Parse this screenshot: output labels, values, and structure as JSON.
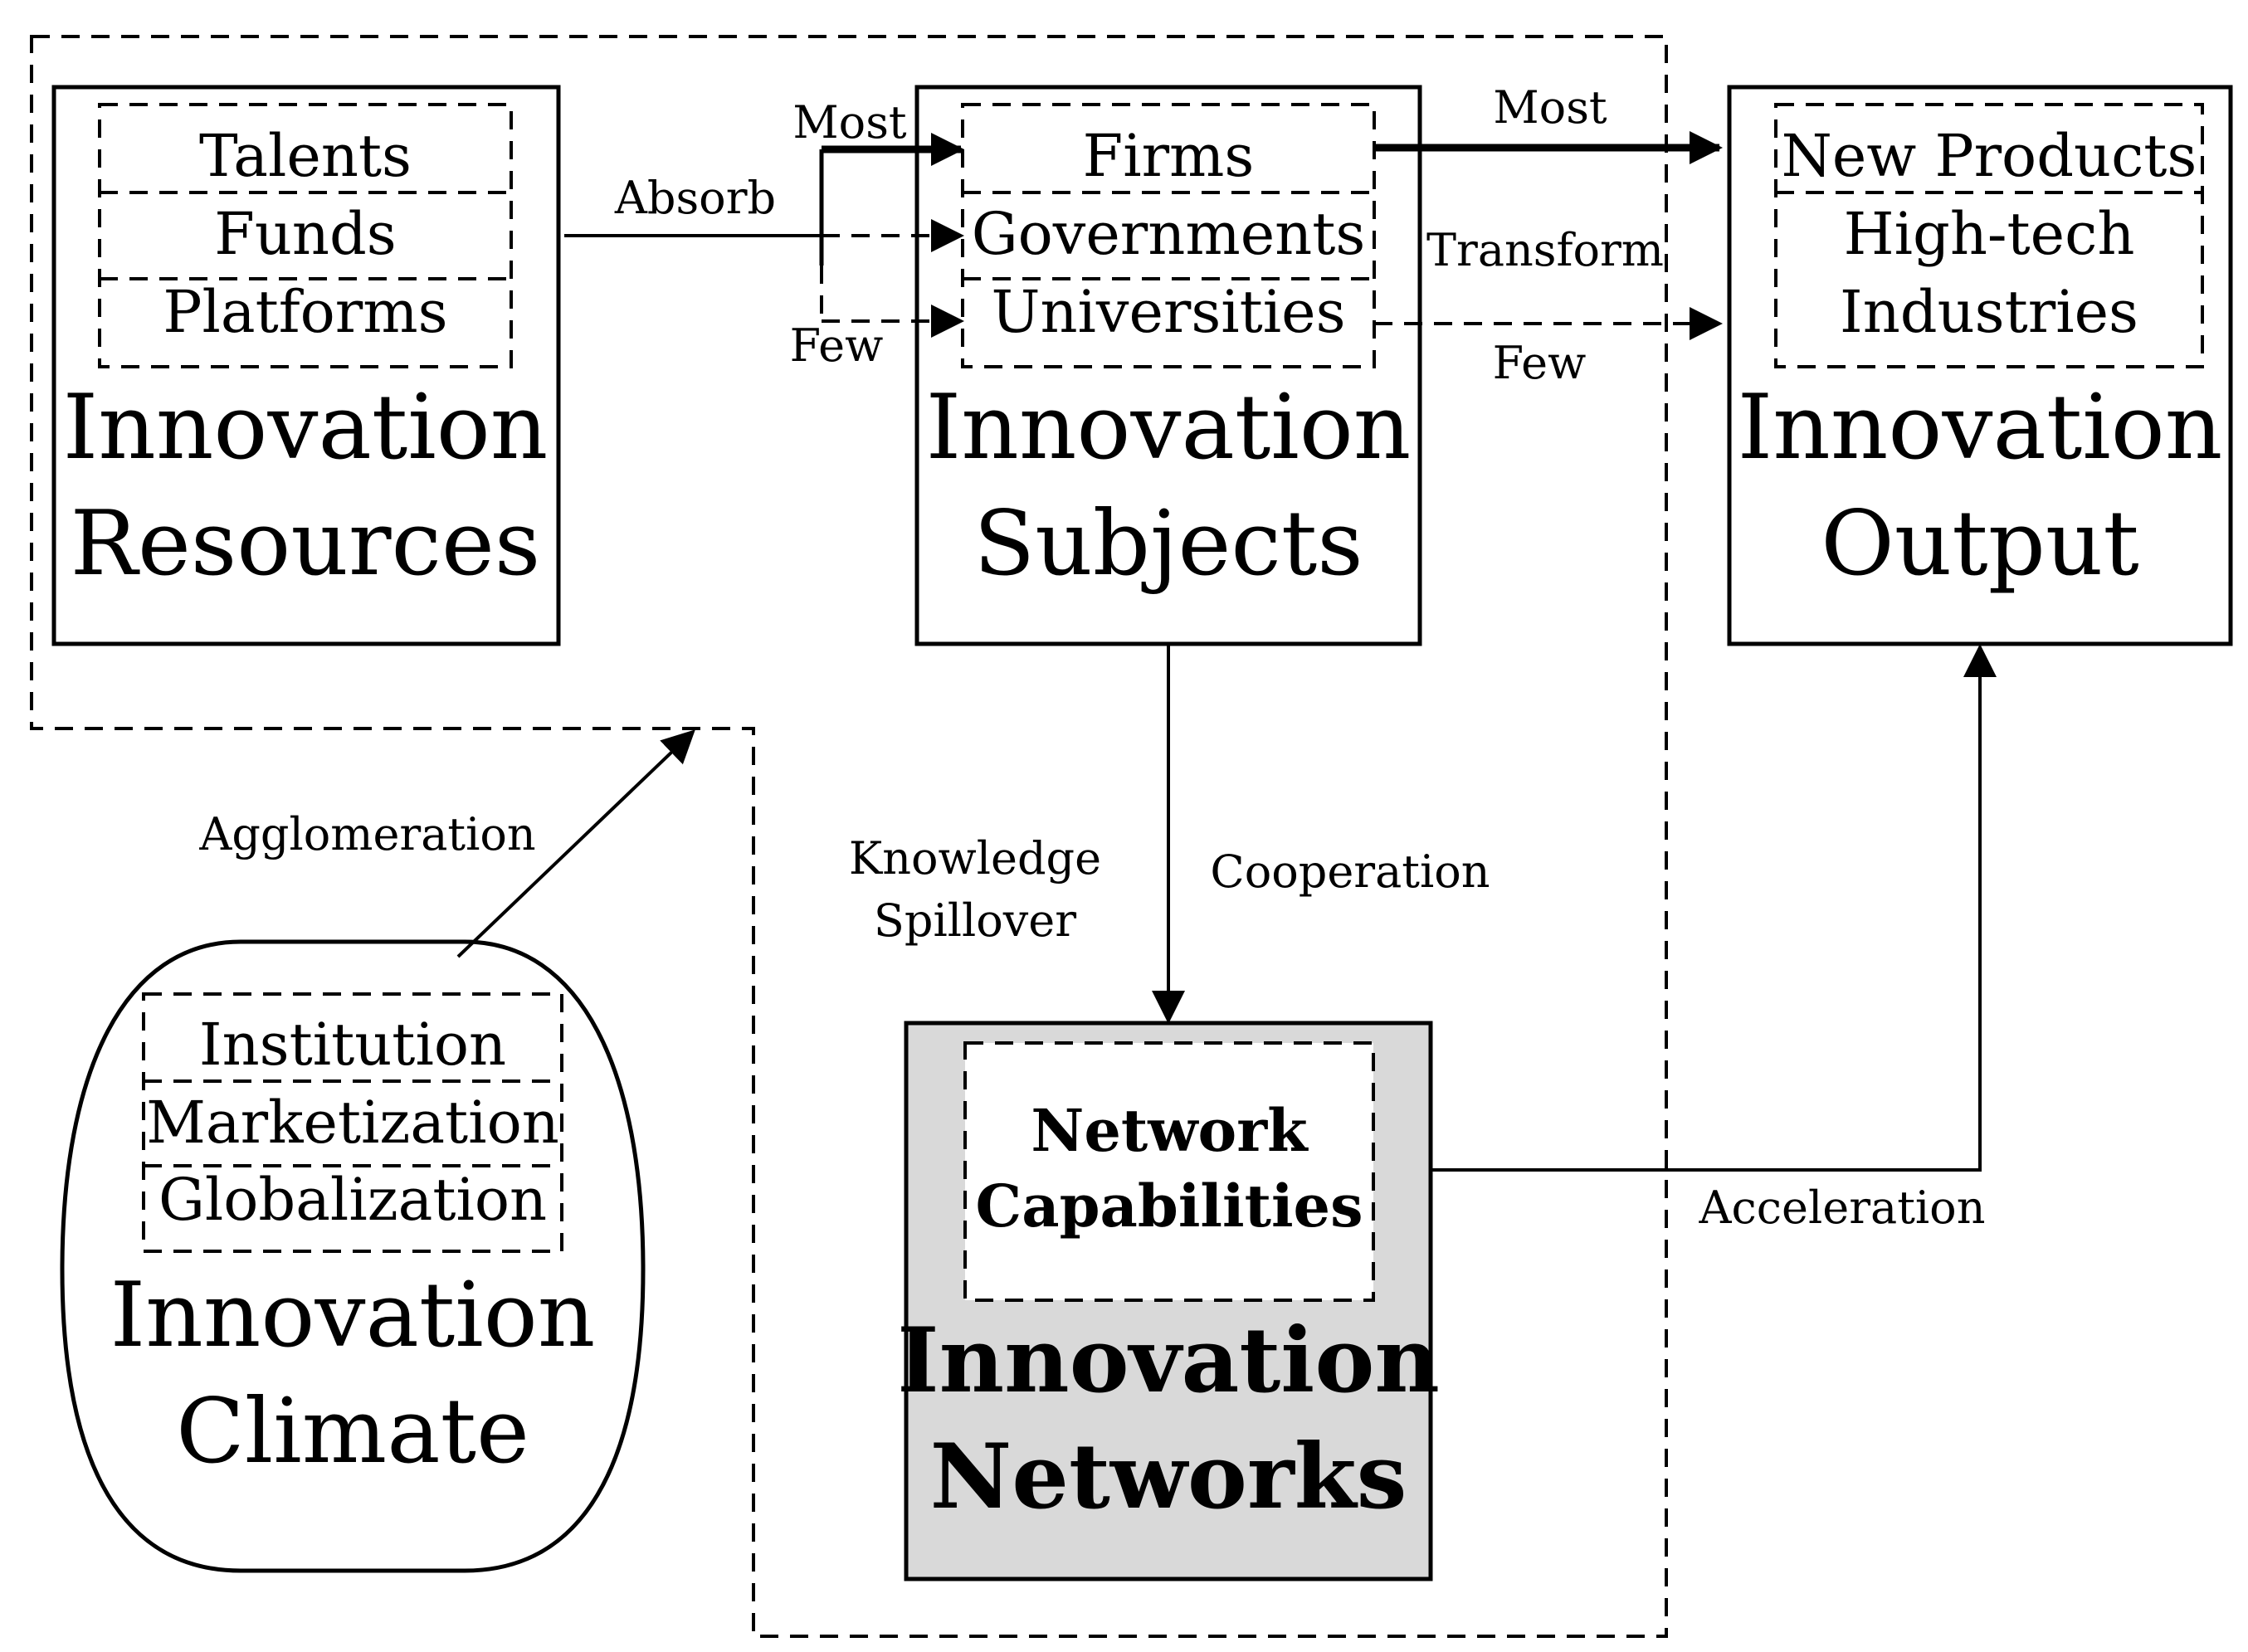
{
  "resources": {
    "items": [
      "Talents",
      "Funds",
      "Platforms"
    ],
    "title_line1": "Innovation",
    "title_line2": "Resources"
  },
  "subjects": {
    "items": [
      "Firms",
      "Governments",
      "Universities"
    ],
    "title_line1": "Innovation",
    "title_line2": "Subjects"
  },
  "output": {
    "item1": "New Products",
    "item2_line1": "High-tech",
    "item2_line2": "Industries",
    "title_line1": "Innovation",
    "title_line2": "Output"
  },
  "climate": {
    "items": [
      "Institution",
      "Marketization",
      "Globalization"
    ],
    "title_line1": "Innovation",
    "title_line2": "Climate"
  },
  "networks": {
    "inner_line1": "Network",
    "inner_line2": "Capabilities",
    "title_line1": "Innovation",
    "title_line2": "Networks",
    "fill_color": "#d9d9d9"
  },
  "labels": {
    "absorb": "Absorb",
    "most_left": "Most",
    "few_left": "Few",
    "most_right": "Most",
    "transform": "Transform",
    "few_right": "Few",
    "agglomeration": "Agglomeration",
    "knowledge": "Knowledge",
    "spillover": "Spillover",
    "cooperation": "Cooperation",
    "acceleration": "Acceleration"
  }
}
